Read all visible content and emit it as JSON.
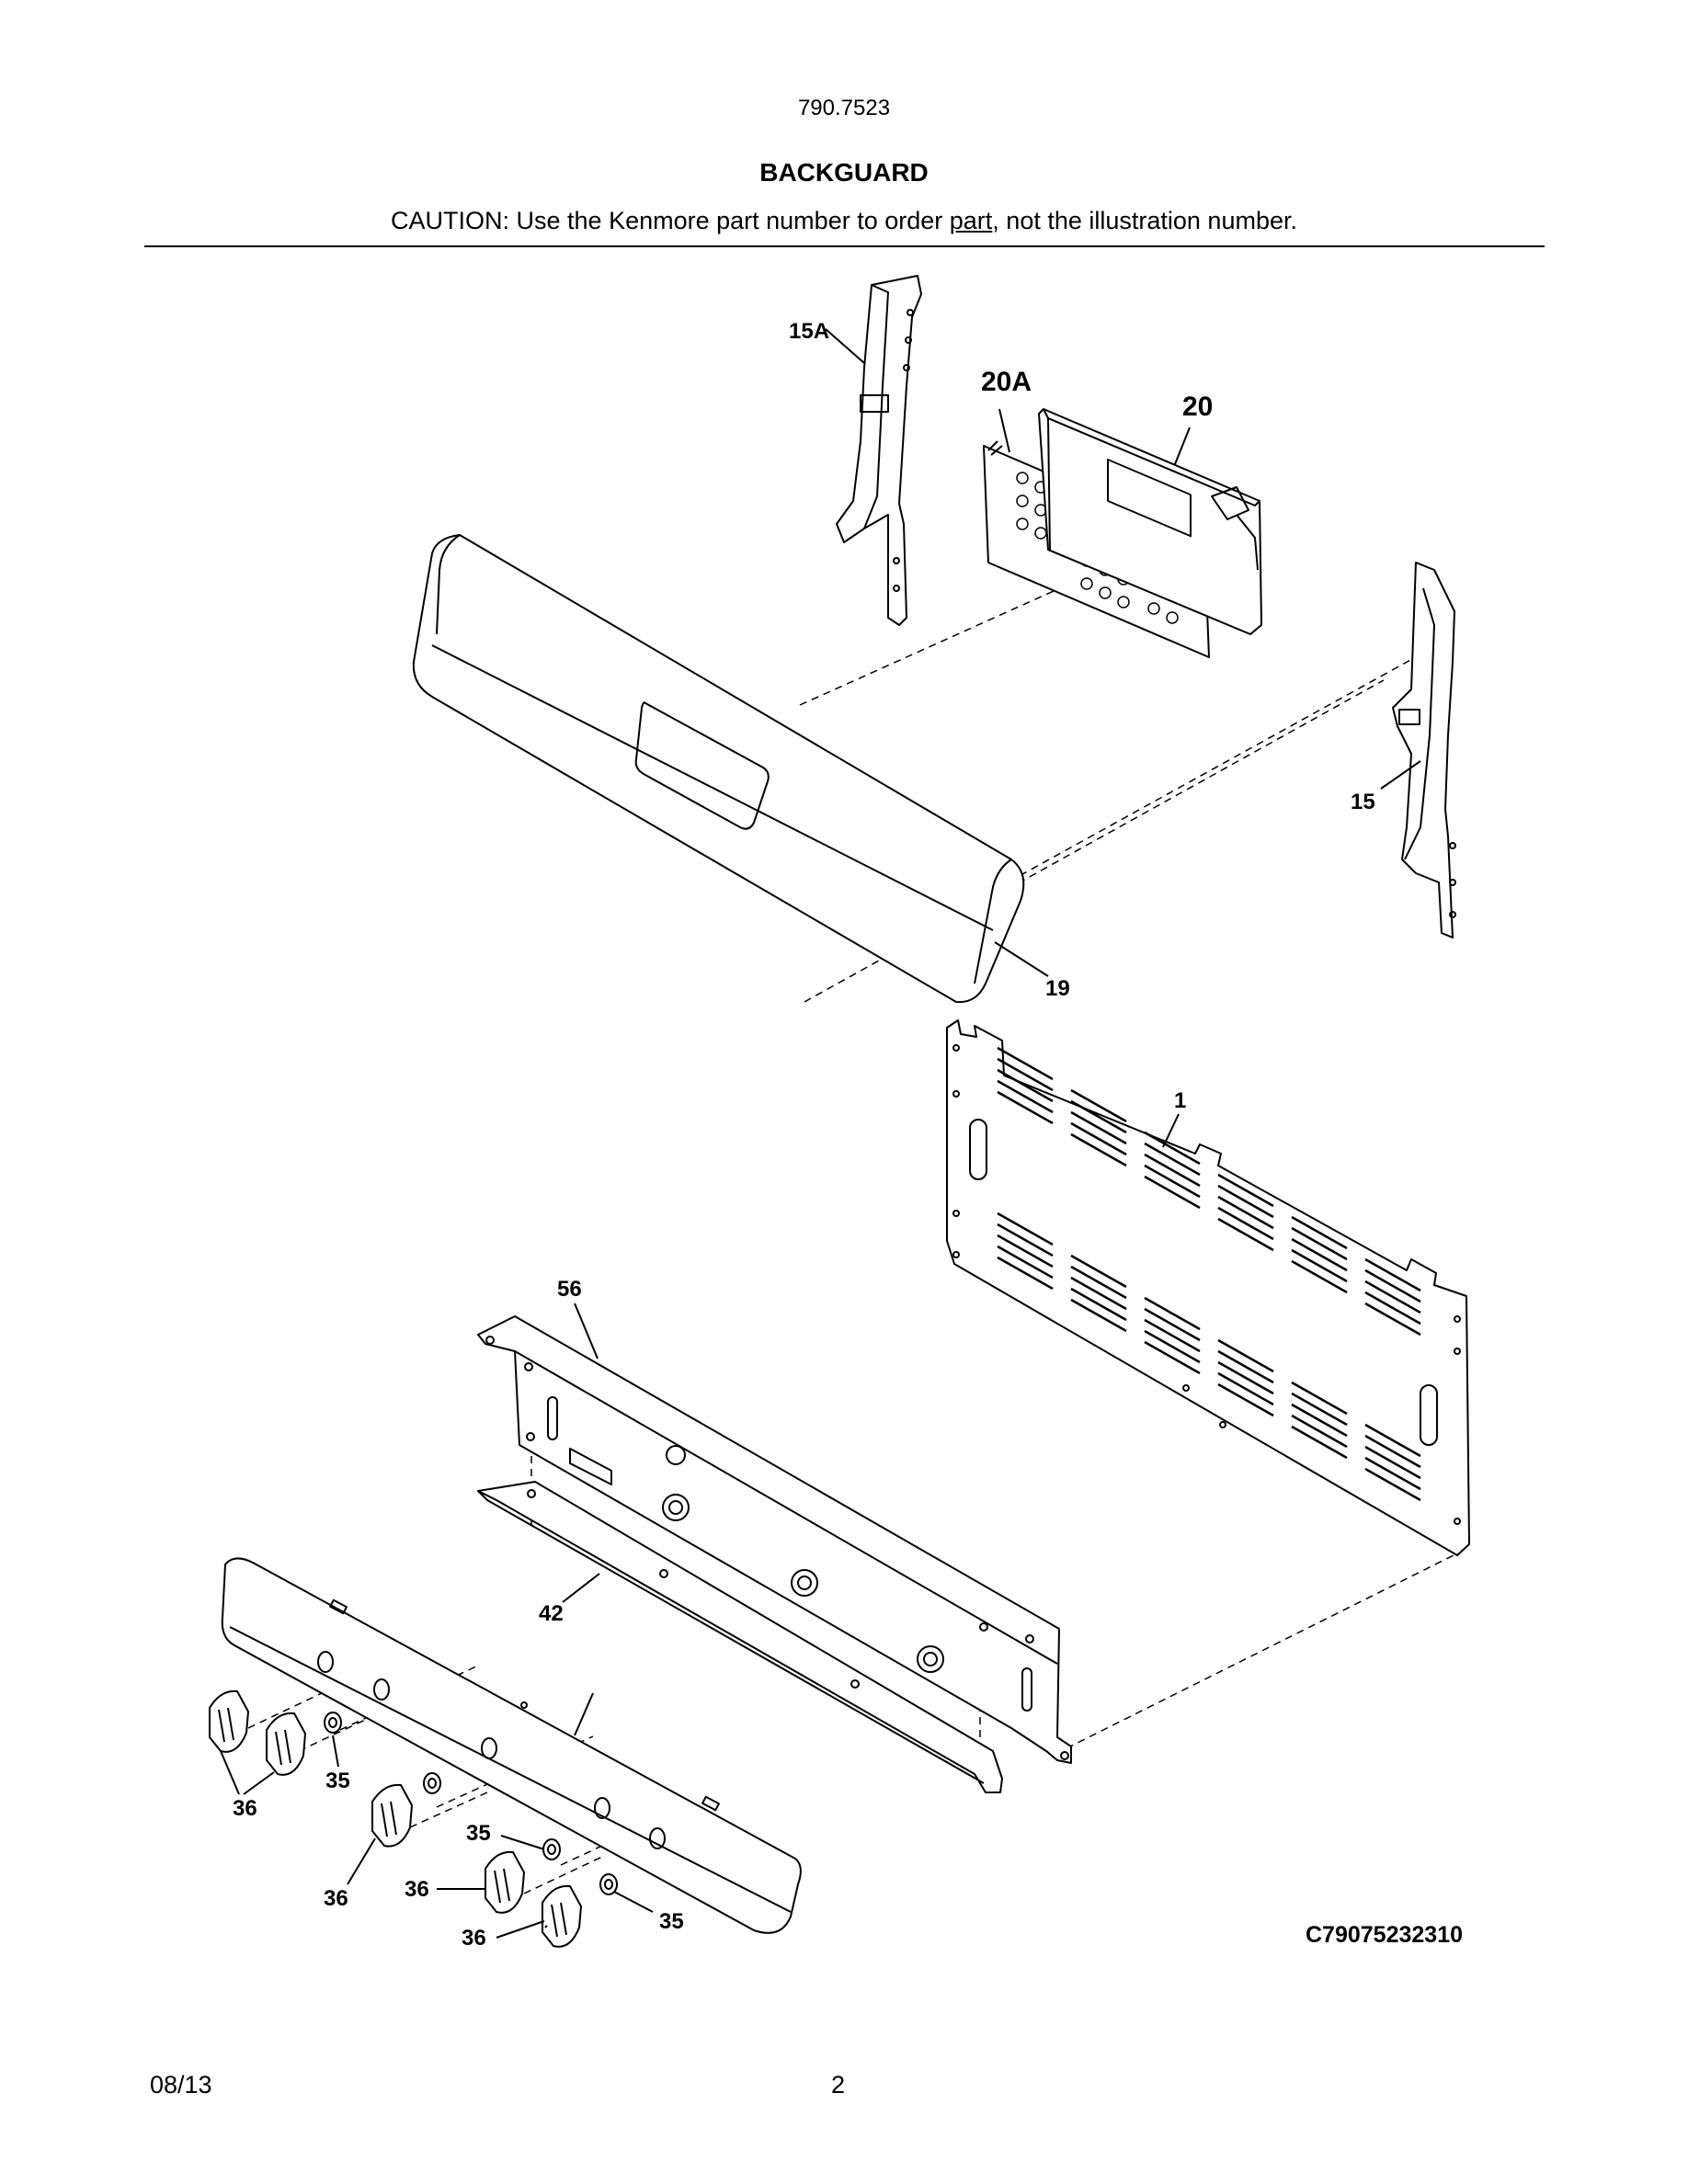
{
  "header": {
    "model_number": "790.7523",
    "title": "BACKGUARD",
    "caution_prefix": "CAUTION: Use the Kenmore part number to order ",
    "caution_underlined": "part",
    "caution_suffix": ", not the illustration number."
  },
  "callouts": {
    "end_cap_left": "15A",
    "overlay": "20A",
    "control_board": "20",
    "end_cap_right": "15",
    "backguard_panel": "19",
    "rear_panel": "1",
    "manifold_bracket": "56",
    "panel_trim": "42",
    "knob_a": "36",
    "knob_b": "36",
    "knob_c": "36",
    "knob_d": "36",
    "knob_e": "36",
    "spacer_a": "35",
    "spacer_b": "35",
    "spacer_c": "35"
  },
  "drawing_code": "C79075232310",
  "footer": {
    "date": "08/13",
    "page": "2"
  }
}
